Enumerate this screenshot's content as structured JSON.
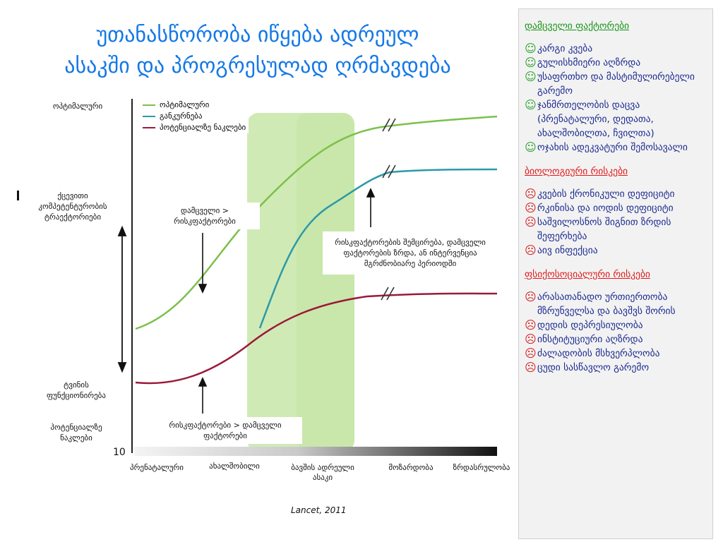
{
  "title": {
    "line1": "უთანასწორობა იწყება ადრეულ",
    "line2": "ასაკში და პროგრესულად ღრმავდება"
  },
  "legend": {
    "items": [
      {
        "label": "ოპტიმალური",
        "color": "#7cc04b"
      },
      {
        "label": "განკურნება",
        "color": "#2b9aa8"
      },
      {
        "label": "პოტენციალზე ნაკლები",
        "color": "#9b1a3a"
      }
    ]
  },
  "left_labels": {
    "optimal": "ოპტიმალური",
    "cognitive": "ქცევითი კომპეტენტურობის ტრაექტორიები",
    "brain": "ტვინის ფუნქციონირება",
    "below": "პოტენციალზე ნაკლები",
    "y_tick": "10"
  },
  "boxes": {
    "protective": "დამცველი > რისკფაქტორები",
    "risk": "რისკფაქტორები > დამცველი ფაქტორები",
    "reduction": "რისკფაქტორების შემცირება, დამცველი ფაქტორების ზრდა, ან ინტერვენცია მგრძნობიარე პერიოდში"
  },
  "x_labels": [
    "პრენატალური",
    "ახალშობილი",
    "ბავშის ადრეული ასაკი",
    "მოზარდობა",
    "ზრდასრულობა"
  ],
  "citation": "Lancet, 2011",
  "panel": {
    "protective": {
      "title": "დამცველი ფაქტორები",
      "items": [
        "კარგი კვება",
        "გულისხმიერი აღზრდა",
        "უსაფრთხო და მასტიმულირებელი გარემო",
        "ჯანმრთელობის დაცვა (პრენატალური, დედათა, ახალშობილთა, ჩვილთა)",
        "ოჯახის ადეკვატური შემოსავალი"
      ]
    },
    "bio": {
      "title": "ბიოლოგიური რისკები",
      "items": [
        "კვების ქრონიკული დეფიციტი",
        "რკინისა და იოდის დეფიციტი",
        "საშვილოსნოს შიგნით ზრდის შეფერხება",
        "აივ ინფექცია"
      ]
    },
    "psycho": {
      "title": "ფსიქოსოციალური რისკები",
      "items": [
        "არასათანადო ურთიერთობა მზრუნველსა და ბავშვს შორის",
        "დედის დეპრესიულობა",
        "ინსტიტუციური აღზრდა",
        "ძალადობის მსხვერპლობა",
        "ცუდი სასწავლო გარემო"
      ]
    }
  },
  "colors": {
    "title": "#1478e6",
    "optimal": "#7cc04b",
    "recovery": "#2b9aa8",
    "below": "#9b1a3a",
    "band": "#c8e6a8"
  }
}
